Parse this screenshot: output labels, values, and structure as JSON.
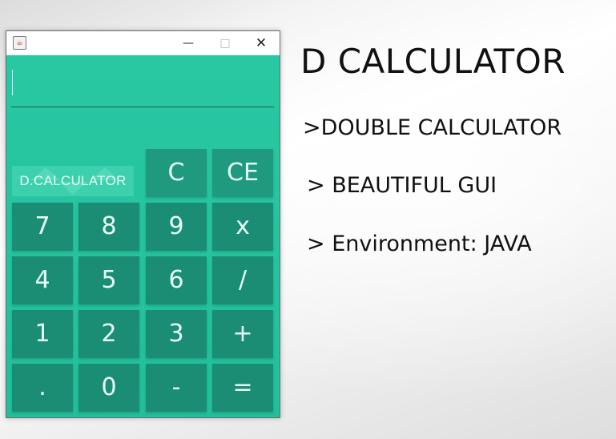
{
  "window": {
    "app_icon": "java-icon",
    "controls": {
      "minimize": "—",
      "maximize": "□",
      "close": "✕"
    }
  },
  "calculator": {
    "display_value": "",
    "logo_text": "D.CALCULATOR",
    "keys": {
      "clear": "C",
      "clear_entry": "CE",
      "seven": "7",
      "eight": "8",
      "nine": "9",
      "multiply": "x",
      "four": "4",
      "five": "5",
      "six": "6",
      "divide": "/",
      "one": "1",
      "two": "2",
      "three": "3",
      "plus": "+",
      "dot": ".",
      "zero": "0",
      "minus": "-",
      "equals": "="
    },
    "colors": {
      "body": "#26c6a0",
      "key": "#1b8d74",
      "key_text": "#e6fff7"
    }
  },
  "slide": {
    "title": "D CALCULATOR",
    "bullets": [
      ">DOUBLE CALCULATOR",
      "> BEAUTIFUL GUI",
      "> Environment: JAVA"
    ]
  }
}
